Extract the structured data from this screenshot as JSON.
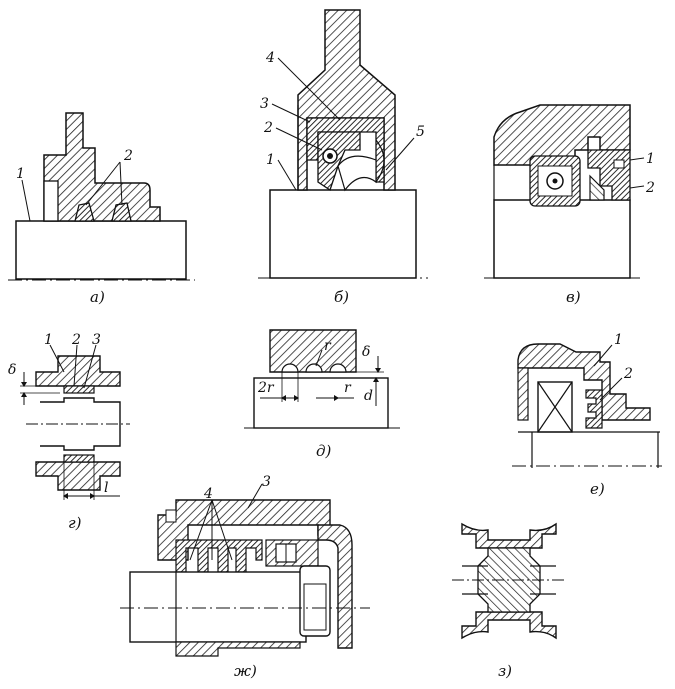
{
  "figures": {
    "a": {
      "caption": "а)",
      "labels": [
        "1",
        "2"
      ]
    },
    "b": {
      "caption": "б)",
      "labels": [
        "4",
        "3",
        "2",
        "1",
        "5"
      ]
    },
    "v": {
      "caption": "в)",
      "labels": [
        "1",
        "2"
      ]
    },
    "g": {
      "caption": "г)",
      "labels": [
        "1",
        "2",
        "3"
      ],
      "dims": [
        "δ",
        "l"
      ]
    },
    "d": {
      "caption": "д)",
      "dims": [
        "r",
        "δ",
        "2r",
        "r",
        "d"
      ]
    },
    "e": {
      "caption": "е)",
      "labels": [
        "1",
        "2"
      ]
    },
    "zh": {
      "caption": "ж)",
      "labels": [
        "4",
        "3"
      ]
    },
    "z": {
      "caption": "з)"
    }
  }
}
